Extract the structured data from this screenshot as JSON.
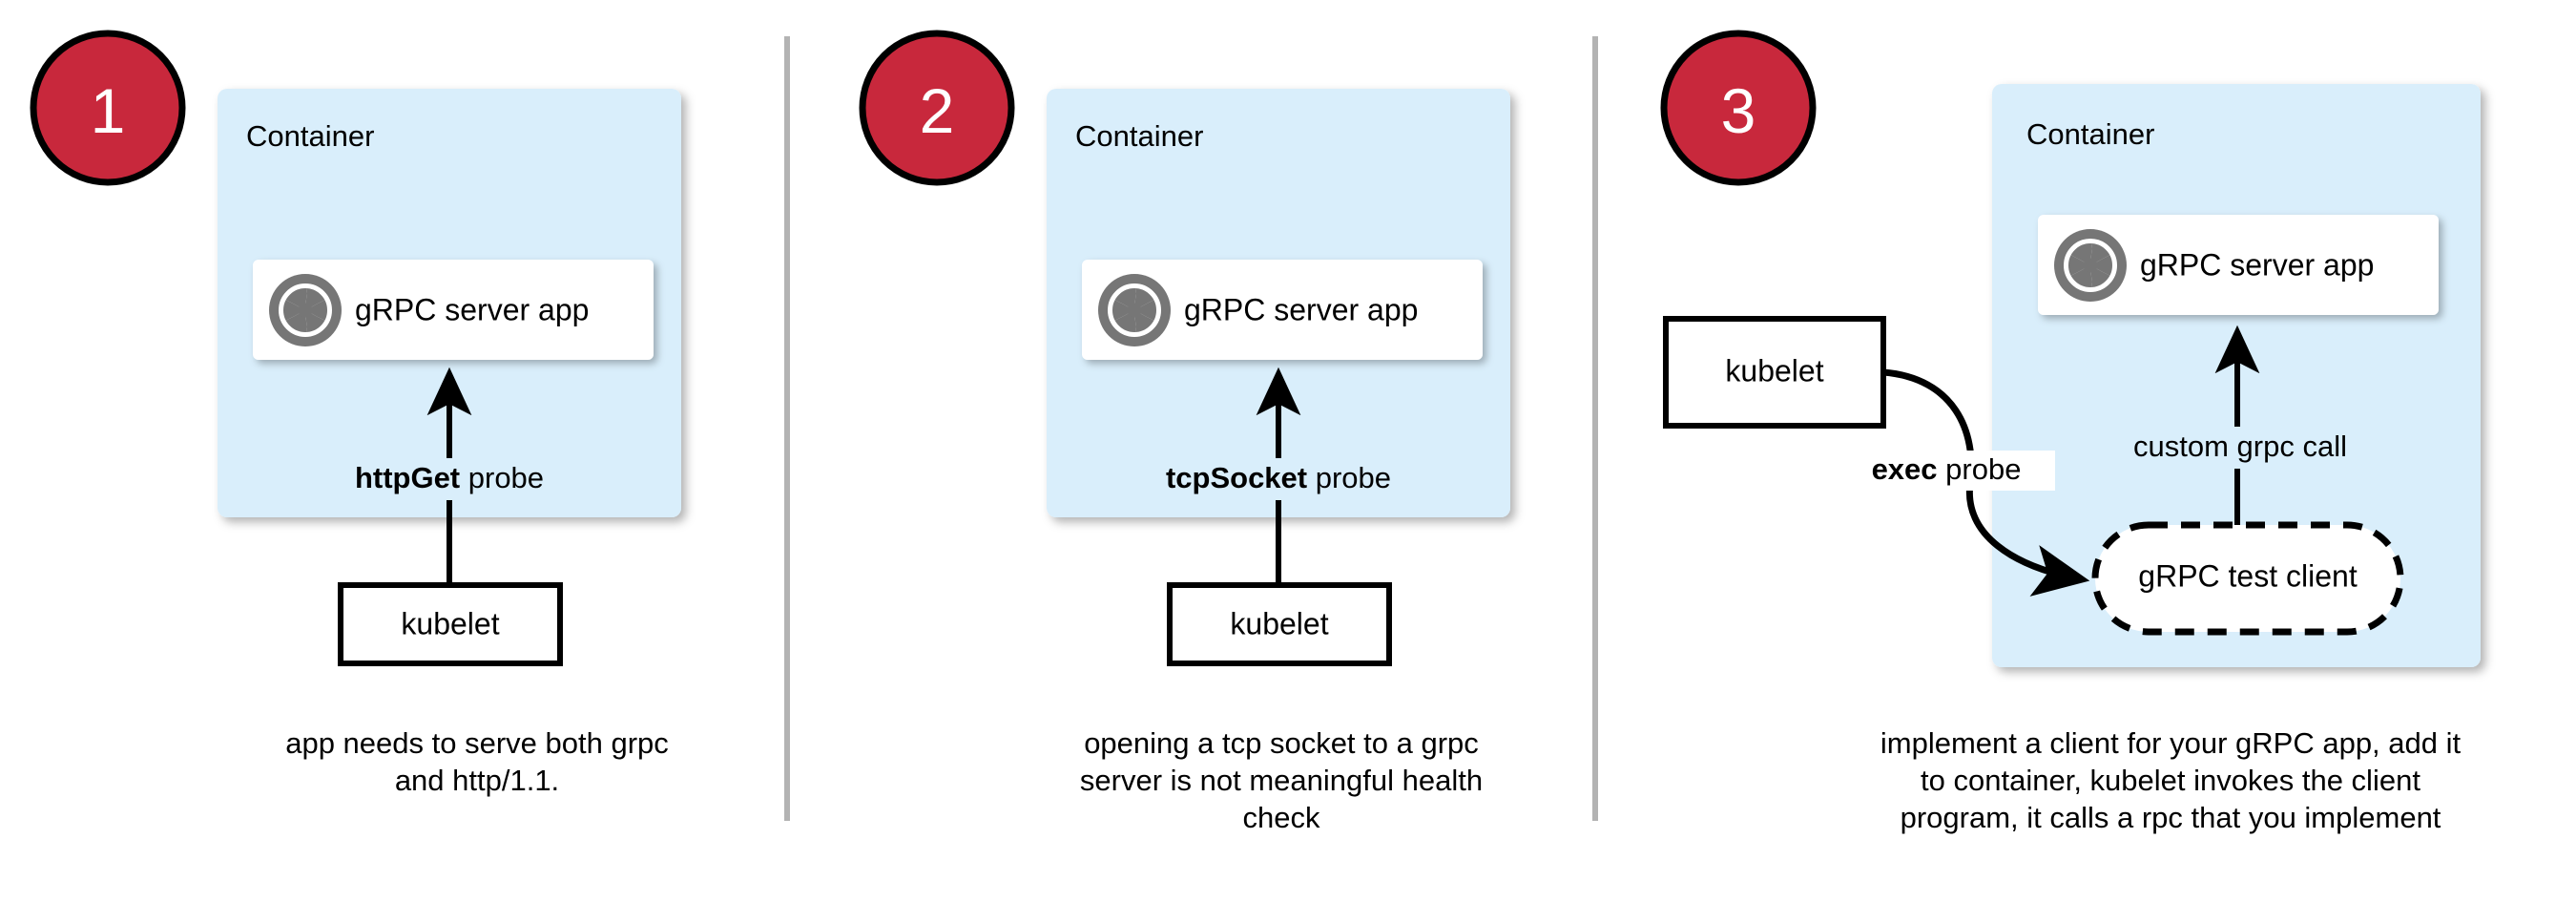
{
  "meta": {
    "background": "#ffffff",
    "badge_fill": "#c8283c",
    "badge_stroke": "#000000",
    "badge_text_color": "#ffffff",
    "container_fill": "#d9eefb",
    "node_fill": "#ffffff",
    "node_stroke": "#000000",
    "divider_color": "#b3b3b3",
    "icon_color": "#767676",
    "arrow_color": "#000000"
  },
  "panels": [
    {
      "badge": "1",
      "badge_name": "step-badge-1",
      "container_label": "Container",
      "app_node": {
        "label": "gRPC server app",
        "icon": "grpc-aperture-icon"
      },
      "probe_label_bold": "httpGet",
      "probe_label_rest": " probe",
      "kubelet_label": "kubelet",
      "caption_lines": [
        "app needs to serve both grpc",
        "and http/1.1."
      ]
    },
    {
      "badge": "2",
      "badge_name": "step-badge-2",
      "container_label": "Container",
      "app_node": {
        "label": "gRPC server app",
        "icon": "grpc-aperture-icon"
      },
      "probe_label_bold": "tcpSocket",
      "probe_label_rest": " probe",
      "kubelet_label": "kubelet",
      "caption_lines": [
        "opening a tcp socket to a grpc",
        "server is not meaningful health",
        "check"
      ]
    },
    {
      "badge": "3",
      "badge_name": "step-badge-3",
      "container_label": "Container",
      "app_node": {
        "label": "gRPC server app",
        "icon": "grpc-aperture-icon"
      },
      "probe_label_bold": "exec",
      "probe_label_rest": " probe",
      "kubelet_label": "kubelet",
      "test_client_label": "gRPC test client",
      "call_label": "custom grpc call",
      "caption_lines": [
        "implement a client for your gRPC app, add it",
        "to container, kubelet invokes the client",
        "program, it calls a rpc that you implement"
      ]
    }
  ]
}
